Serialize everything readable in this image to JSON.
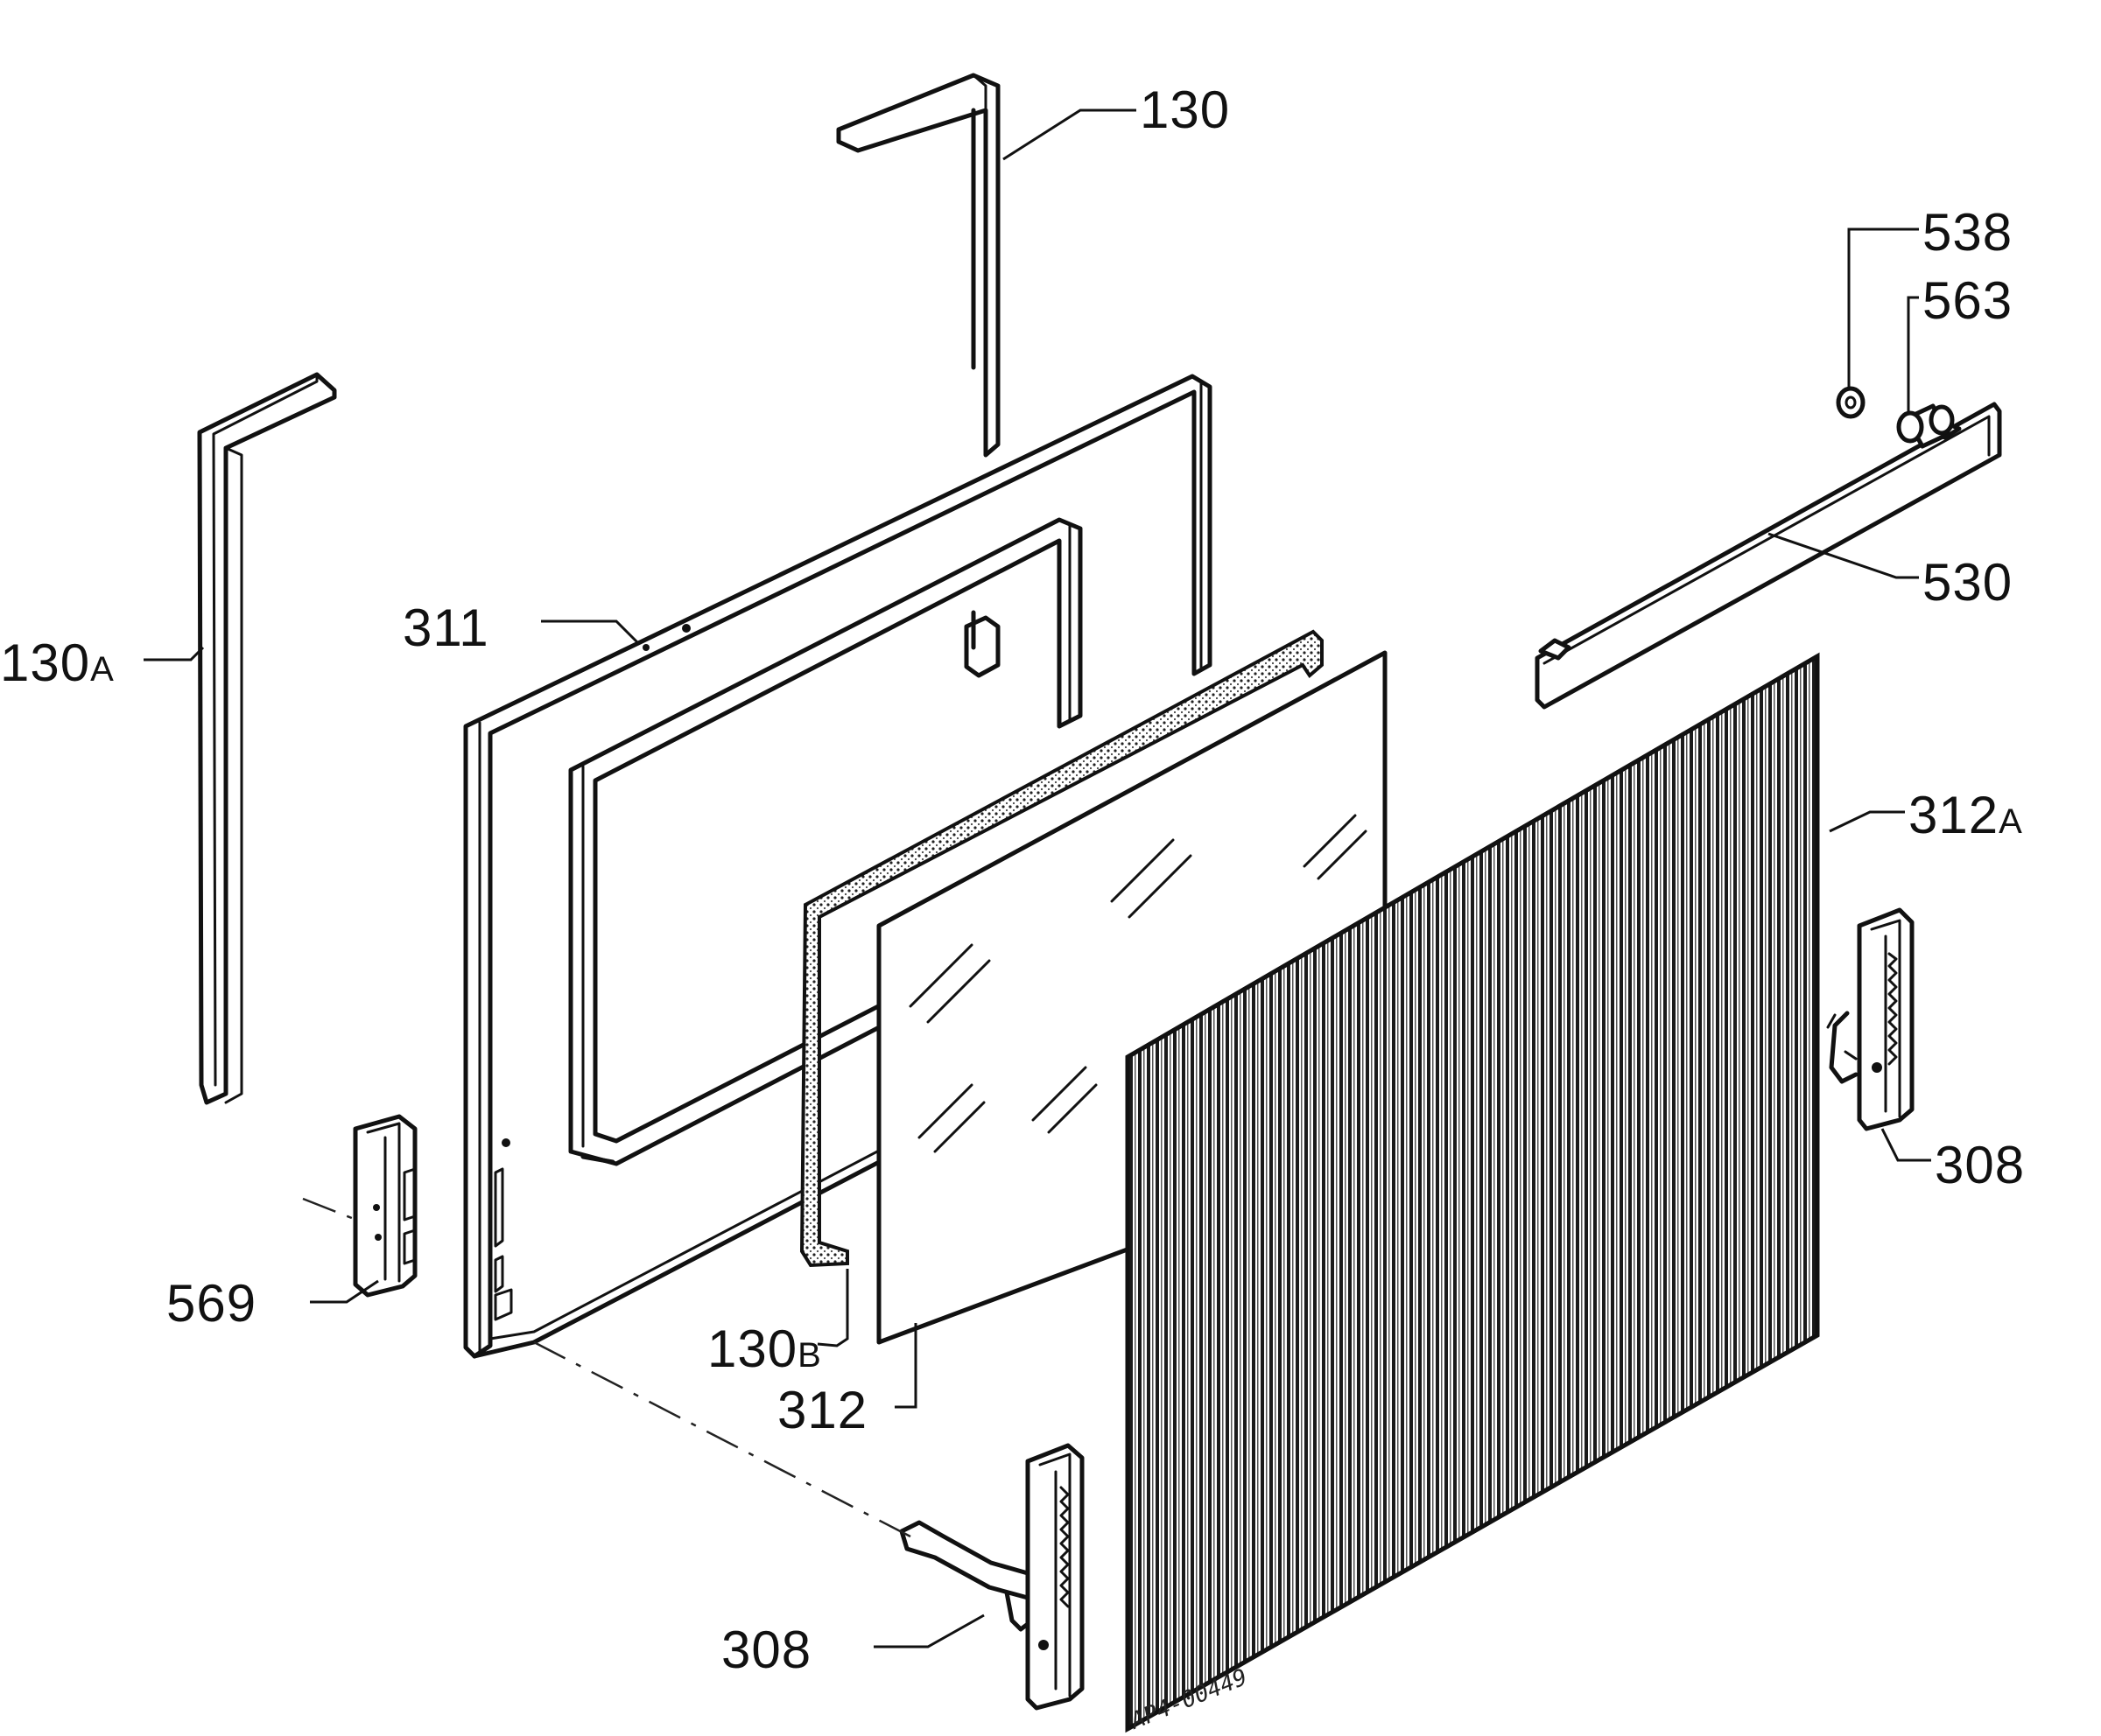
{
  "callouts": [
    {
      "id": "label-130",
      "text": "130"
    },
    {
      "id": "label-538",
      "text": "538"
    },
    {
      "id": "label-563",
      "text": "563"
    },
    {
      "id": "label-530",
      "text": "530"
    },
    {
      "id": "label-311",
      "text": "311"
    },
    {
      "id": "label-130a",
      "text": "130",
      "suffix": "A"
    },
    {
      "id": "label-312a",
      "text": "312",
      "suffix": "A"
    },
    {
      "id": "label-308-right",
      "text": "308"
    },
    {
      "id": "label-569",
      "text": "569"
    },
    {
      "id": "label-130b",
      "text": "130",
      "suffix": "B"
    },
    {
      "id": "label-312",
      "text": "312"
    },
    {
      "id": "label-308-bottom",
      "text": "308"
    }
  ],
  "drawing_code": "AP4-00449",
  "colors": {
    "ink": "#111111",
    "paper": "#ffffff"
  }
}
